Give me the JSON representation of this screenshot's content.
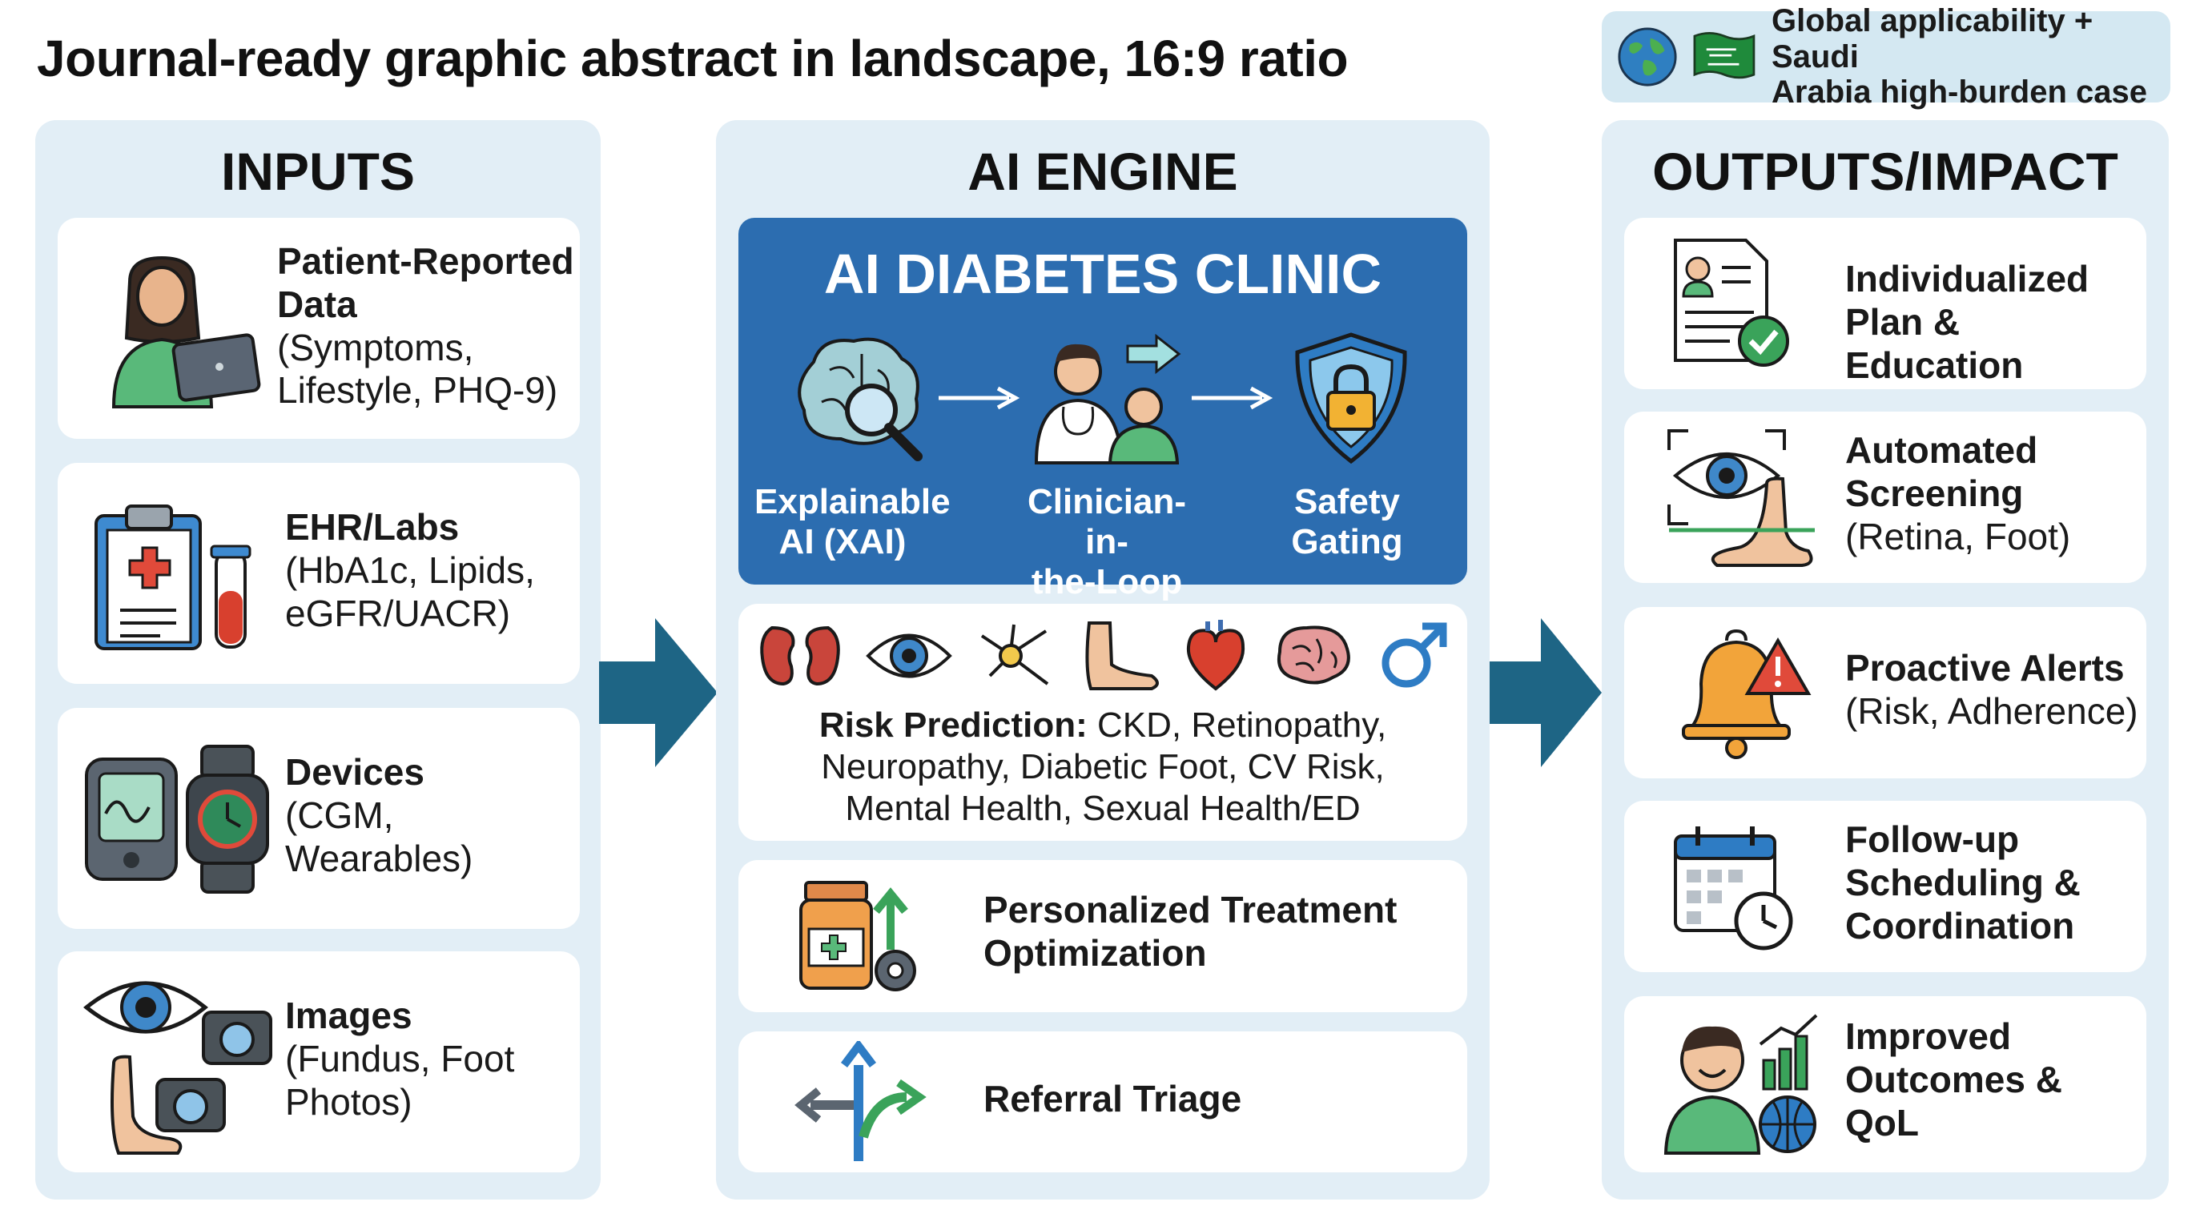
{
  "title": "Journal-ready graphic abstract in landscape, 16:9 ratio",
  "badge": {
    "line1": "Global applicability + Saudi",
    "line2": "Arabia high-burden case",
    "icons": [
      "globe-icon",
      "saudi-flag-icon"
    ]
  },
  "inputs": {
    "heading": "INPUTS",
    "cards": [
      {
        "title1": "Patient-Reported",
        "title2": "Data",
        "detail1": "(Symptoms,",
        "detail2": "Lifestyle, PHQ-9)",
        "icon": "patient-tablet-icon"
      },
      {
        "title1": "EHR/Labs",
        "detail1": "(HbA1c, Lipids,",
        "detail2": "eGFR/UACR)",
        "icon": "clipboard-test-tube-icon"
      },
      {
        "title1": "Devices",
        "detail1": "(CGM,",
        "detail2": "Wearables)",
        "icon": "cgm-watch-icon"
      },
      {
        "title1": "Images",
        "detail1": "(Fundus, Foot",
        "detail2": "Photos)",
        "icon": "eye-foot-camera-icon"
      }
    ]
  },
  "engine": {
    "heading": "AI ENGINE",
    "clinic_title": "AI DIABETES CLINIC",
    "steps": [
      {
        "l1": "Explainable",
        "l2": "AI (XAI)",
        "icon": "brain-magnifier-icon"
      },
      {
        "l1": "Clinician-in-",
        "l2": "the-Loop",
        "icon": "clinician-patient-icon"
      },
      {
        "l1": "Safety",
        "l2": "Gating",
        "icon": "shield-lock-icon"
      }
    ],
    "risk": {
      "bold": "Risk Prediction:",
      "line1": "CKD, Retinopathy,",
      "line2": "Neuropathy, Diabetic Foot, CV Risk,",
      "line3": "Mental Health, Sexual Health/ED",
      "icons": [
        "kidney-icon",
        "eye-icon",
        "neuron-icon",
        "foot-icon",
        "heart-icon",
        "brain-icon",
        "male-symbol-icon"
      ]
    },
    "treatment": {
      "l1": "Personalized Treatment",
      "l2": "Optimization",
      "icon": "medication-gear-icon"
    },
    "referral": {
      "l1": "Referral Triage",
      "icon": "split-arrows-icon"
    }
  },
  "outputs": {
    "heading": "OUTPUTS/IMPACT",
    "cards": [
      {
        "b1": "Individualized",
        "b2": "Plan & Education",
        "icon": "document-check-icon"
      },
      {
        "b1": "Automated",
        "b2": "Screening",
        "detail": "(Retina, Foot)",
        "icon": "eye-foot-scan-icon"
      },
      {
        "b1": "Proactive Alerts",
        "detail": "(Risk, Adherence)",
        "icon": "bell-alert-icon"
      },
      {
        "b1": "Follow-up",
        "b2": "Scheduling &",
        "b3": "Coordination",
        "icon": "calendar-clock-icon"
      },
      {
        "b1": "Improved",
        "b2": "Outcomes &",
        "b3": "QoL",
        "icon": "person-chart-globe-icon"
      }
    ]
  },
  "colors": {
    "panel": "#e2eef6",
    "engine": "#2c6db0",
    "arrow": "#1e6585",
    "badge": "#d4e8f2"
  }
}
